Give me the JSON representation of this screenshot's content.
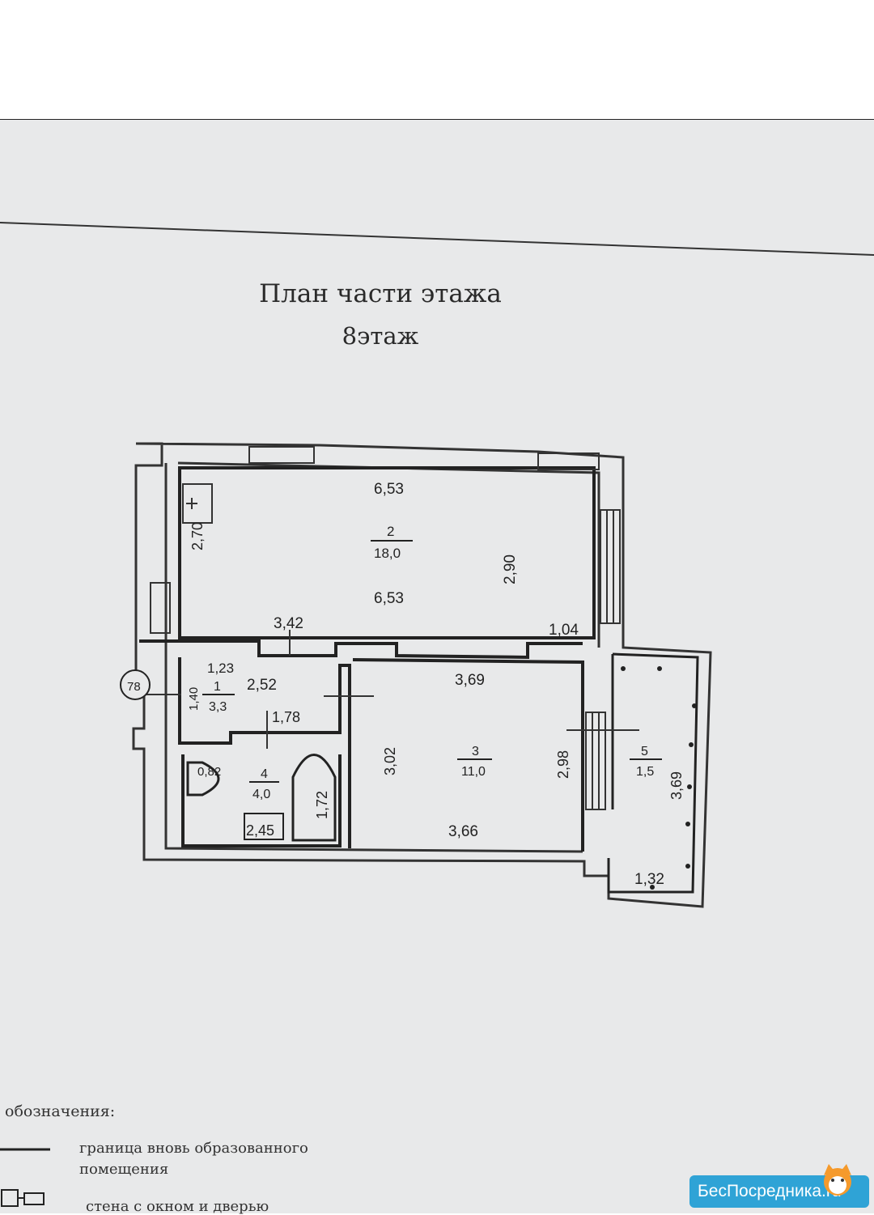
{
  "title": {
    "line1": "План части этажа",
    "line2": "8этаж"
  },
  "rooms": [
    {
      "id": "1",
      "number": "1",
      "area": "3,3"
    },
    {
      "id": "2",
      "number": "2",
      "area": "18,0"
    },
    {
      "id": "3",
      "number": "3",
      "area": "11,0"
    },
    {
      "id": "4",
      "number": "4",
      "area": "4,0"
    },
    {
      "id": "5",
      "number": "5",
      "area": "1,5"
    }
  ],
  "dimensions": {
    "room2_top": "6,53",
    "room2_mid": "6,53",
    "room2_left": "2,70",
    "room2_right": "2,90",
    "corridor_top": "3,42",
    "window_right": "1,04",
    "room1_top": "1,23",
    "room1_right": "2,52",
    "room1_left": "1,40",
    "bath_top": "1,78",
    "bath_side": "1,72",
    "bath_bottom": "2,45",
    "wc_small": "0,82",
    "room3_top": "3,69",
    "room3_left": "3,02",
    "room3_right": "2,98",
    "room3_bottom": "3,66",
    "balcony_right": "3,69",
    "balcony_bottom": "1,32"
  },
  "apartment_marker": "78",
  "legend": {
    "heading": "обозначения:",
    "item1": "граница вновь образованного помещения",
    "item2": "стена с окном и дверью"
  },
  "watermark": {
    "text": "БесПосредника",
    "suffix": ".ru"
  },
  "colors": {
    "paper": "#e8e9ea",
    "ink": "#222222",
    "watermark": "#2fa3d6"
  }
}
